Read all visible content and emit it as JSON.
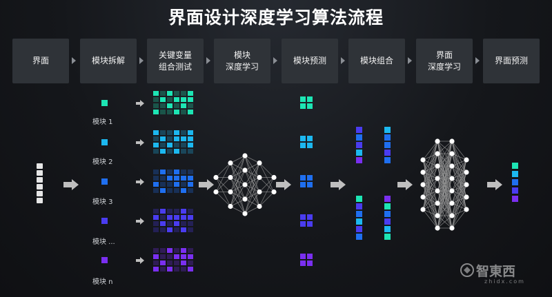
{
  "title": "界面设计深度学习算法流程",
  "steps": [
    {
      "label": "界面"
    },
    {
      "label": "模块拆解"
    },
    {
      "label": "关键变量\n组合测试"
    },
    {
      "label": "模块\n深度学习"
    },
    {
      "label": "模块预测"
    },
    {
      "label": "模块组合"
    },
    {
      "label": "界面\n深度学习"
    },
    {
      "label": "界面预测"
    }
  ],
  "modules": [
    {
      "label": "模块 1",
      "color": "#1de5b4"
    },
    {
      "label": "模块 2",
      "color": "#1cb8f0"
    },
    {
      "label": "模块 3",
      "color": "#1f6ff0"
    },
    {
      "label": "模块 ...",
      "color": "#4a3cf0"
    },
    {
      "label": "模块 n",
      "color": "#7a2ff0"
    }
  ],
  "colors": {
    "input_block": "#e6e6e6",
    "arrow": "#bfbfbf",
    "node": "#ffffff",
    "edge": "#9a9a9a"
  },
  "watermark": {
    "text": "智東西",
    "sub": "zhidx.com"
  }
}
